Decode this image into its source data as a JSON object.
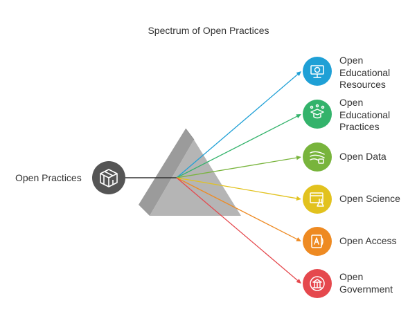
{
  "title": "Spectrum of Open Practices",
  "source": {
    "label": "Open Practices",
    "icon": "cube-icon",
    "color": "#555555"
  },
  "outputs": [
    {
      "label": "Open\nEducational\nResources",
      "icon": "presentation-icon",
      "color": "#1FA0D6"
    },
    {
      "label": "Open\nEducational\nPractices",
      "icon": "graduation-network-icon",
      "color": "#33B36B"
    },
    {
      "label": "Open Data",
      "icon": "data-flow-icon",
      "color": "#78B43C"
    },
    {
      "label": "Open Science",
      "icon": "science-browser-icon",
      "color": "#E2C21E"
    },
    {
      "label": "Open Access",
      "icon": "document-access-icon",
      "color": "#EE8A22"
    },
    {
      "label": "Open\nGovernment",
      "icon": "government-building-icon",
      "color": "#E5484D"
    }
  ]
}
